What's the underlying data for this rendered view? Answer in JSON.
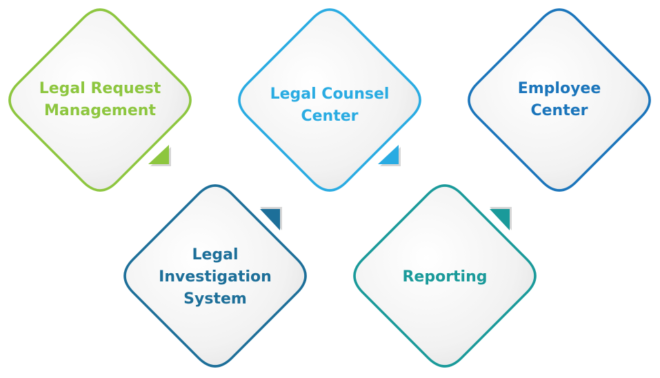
{
  "nodes": [
    {
      "id": "legal-request-management",
      "lines": [
        "Legal Request",
        "Management"
      ],
      "color": "#8dc63f",
      "tab": "bottom-right"
    },
    {
      "id": "legal-counsel-center",
      "lines": [
        "Legal Counsel",
        "Center"
      ],
      "color": "#29abe2",
      "tab": "bottom-right"
    },
    {
      "id": "employee-center",
      "lines": [
        "Employee",
        "Center"
      ],
      "color": "#1b75bb",
      "tab": "none"
    },
    {
      "id": "legal-investigation-system",
      "lines": [
        "Legal",
        "Investigation",
        "System"
      ],
      "color": "#1d6f99",
      "tab": "top-right"
    },
    {
      "id": "reporting",
      "lines": [
        "Reporting"
      ],
      "color": "#1a9a9a",
      "tab": "top-right"
    }
  ]
}
